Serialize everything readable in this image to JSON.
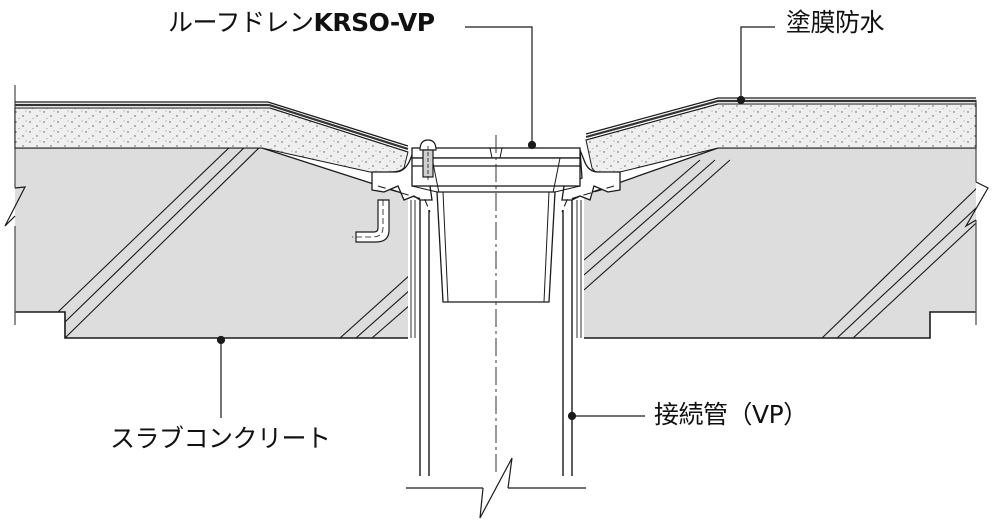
{
  "diagram": {
    "title": "Roof drain KRSO-VP installation cross-section",
    "labels": {
      "roof_drain_prefix": "ルーフドレン",
      "roof_drain_model": "KRSO-VP",
      "coating_waterproofing": "塗膜防水",
      "slab_concrete": "スラブコンクリート",
      "connection_pipe": "接続管（VP）"
    },
    "components": [
      {
        "id": "roof-drain",
        "name": "ルーフドレン KRSO-VP"
      },
      {
        "id": "waterproof-membrane",
        "name": "塗膜防水"
      },
      {
        "id": "slab",
        "name": "スラブコンクリート"
      },
      {
        "id": "pipe",
        "name": "接続管（VP）"
      }
    ],
    "colors": {
      "concrete": "#dcdcdc",
      "mortar": "#eeeeee",
      "line": "#1a1a1a",
      "background": "#ffffff"
    }
  }
}
